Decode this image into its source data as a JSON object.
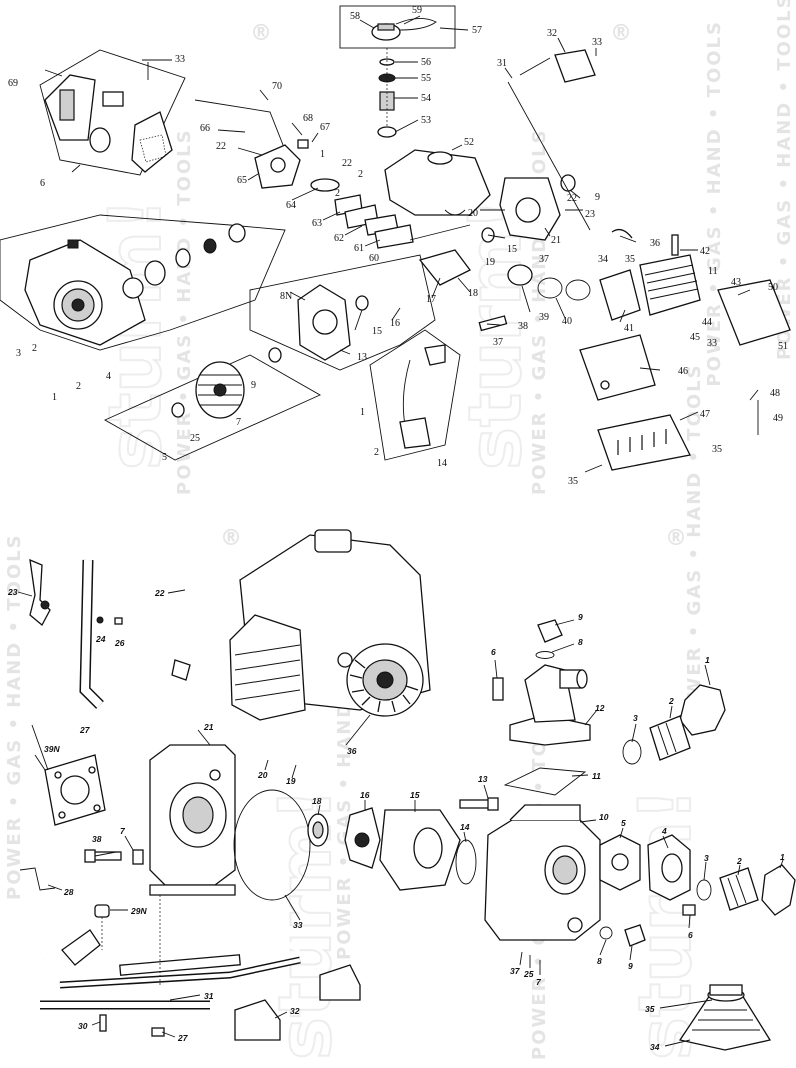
{
  "watermark": {
    "brand": "sturm!",
    "tagline": "POWER • GAS • HAND • TOOLS",
    "registered": "®"
  },
  "engine_labels": [
    "58",
    "59",
    "57",
    "56",
    "55",
    "54",
    "53",
    "52",
    "32",
    "33",
    "31",
    "69",
    "33",
    "70",
    "6",
    "66",
    "22",
    "68",
    "67",
    "1",
    "22",
    "65",
    "2",
    "64",
    "2",
    "63",
    "62",
    "61",
    "60",
    "20",
    "21",
    "22",
    "23",
    "9",
    "15",
    "36",
    "42",
    "37",
    "34",
    "35",
    "19",
    "11",
    "43",
    "8N",
    "17",
    "18",
    "39",
    "40",
    "50",
    "41",
    "44",
    "16",
    "15",
    "13",
    "3",
    "2",
    "4",
    "9",
    "38",
    "37",
    "45",
    "33",
    "51",
    "46",
    "1",
    "2",
    "7",
    "25",
    "48",
    "47",
    "49",
    "5",
    "1",
    "2",
    "14",
    "35",
    "35"
  ],
  "pump_labels": [
    "23",
    "22",
    "9",
    "8",
    "6",
    "1",
    "2",
    "3",
    "12",
    "24",
    "26",
    "27",
    "21",
    "39N",
    "20",
    "19",
    "18",
    "16",
    "15",
    "11",
    "13",
    "10",
    "14",
    "5",
    "4",
    "3",
    "2",
    "1",
    "38",
    "7",
    "33",
    "28",
    "29N",
    "36",
    "6",
    "8",
    "9",
    "37",
    "25",
    "7",
    "31",
    "30",
    "27",
    "32",
    "35",
    "34"
  ]
}
